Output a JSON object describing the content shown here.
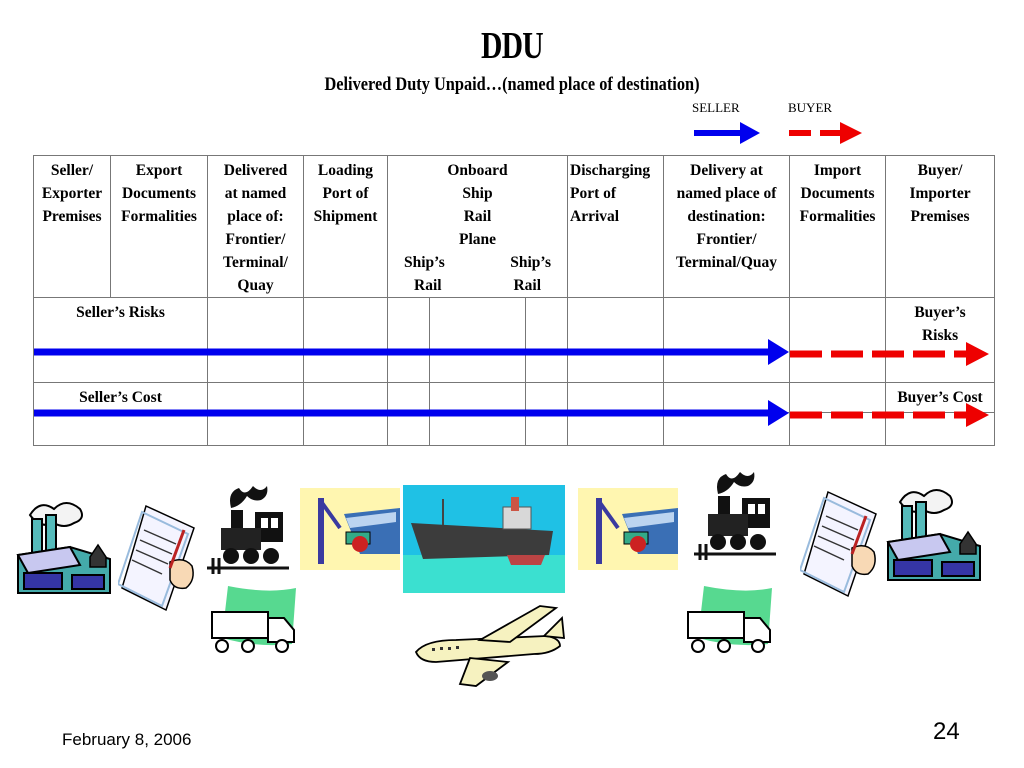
{
  "title": "DDU",
  "subtitle": "Delivered Duty Unpaid…(named place of destination)",
  "legend": {
    "seller": "SELLER",
    "buyer": "BUYER"
  },
  "colors": {
    "seller": "#0000ee",
    "buyer": "#ee0000",
    "grid": "#777777"
  },
  "columns": {
    "seller_premises": [
      "Seller/",
      "Exporter",
      "Premises"
    ],
    "export_docs": [
      "Export",
      "Documents",
      "Formalities"
    ],
    "delivered_at": [
      "Delivered",
      "at named",
      "place of:",
      "Frontier/",
      "Terminal/",
      "Quay"
    ],
    "loading_port": [
      "Loading",
      "Port of",
      "Shipment"
    ],
    "onboard": [
      "Onboard",
      "Ship",
      "Rail",
      "Plane"
    ],
    "onboard_ship_rail_left": [
      "Ship’s",
      "Rail"
    ],
    "onboard_ship_rail_right": [
      "Ship’s",
      "Rail"
    ],
    "discharging_port": [
      "Discharging",
      "Port of",
      "Arrival"
    ],
    "delivery_at": [
      "Delivery at",
      "named place of",
      "destination:",
      "Frontier/",
      "Terminal/Quay"
    ],
    "import_docs": [
      "Import",
      "Documents",
      "Formalities"
    ],
    "buyer_premises": [
      "Buyer/",
      "Importer",
      "Premises"
    ]
  },
  "rows": {
    "risks": {
      "seller": "Seller’s Risks",
      "buyer": [
        "Buyer’s",
        "Risks"
      ]
    },
    "cost": {
      "seller": "Seller’s Cost",
      "buyer": "Buyer’s Cost"
    }
  },
  "icons": [
    "factory-icon",
    "contract-signing-icon",
    "train-icon",
    "port-crane-icon",
    "cargo-ship-icon",
    "truck-icon",
    "airplane-icon"
  ],
  "footer": {
    "date": "February 8, 2006",
    "page": "24"
  }
}
